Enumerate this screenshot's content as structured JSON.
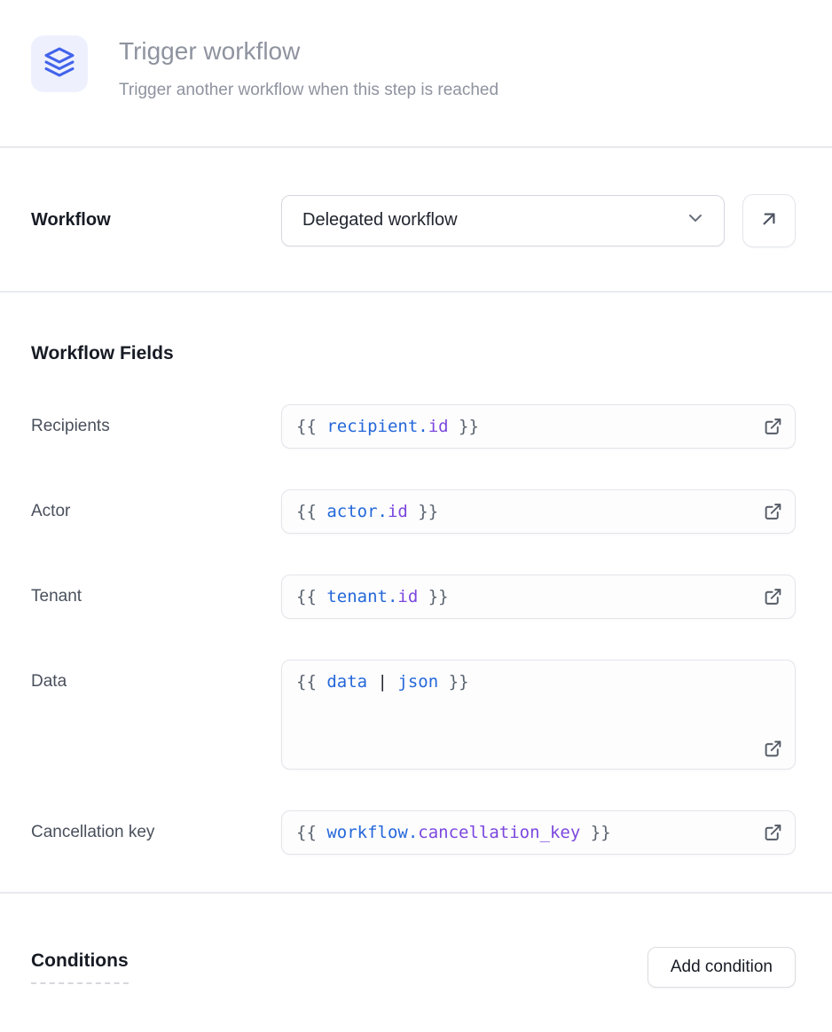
{
  "header": {
    "icon": "layers-icon",
    "title": "Trigger workflow",
    "subtitle": "Trigger another workflow when this step is reached"
  },
  "workflow_selector": {
    "label": "Workflow",
    "selected_value": "Delegated workflow",
    "dropdown_icon": "chevron-down-icon",
    "open_button_icon": "arrow-up-right-icon"
  },
  "workflow_fields": {
    "heading": "Workflow Fields",
    "editor_icon": "external-link-icon",
    "fields": [
      {
        "label": "Recipients",
        "multiline": false,
        "value": "{{ recipient.id }}",
        "tokens": [
          {
            "text": "{{ ",
            "type": "brace"
          },
          {
            "text": "recipient.",
            "type": "object"
          },
          {
            "text": "id",
            "type": "property"
          },
          {
            "text": " }}",
            "type": "brace"
          }
        ]
      },
      {
        "label": "Actor",
        "multiline": false,
        "value": "{{ actor.id }}",
        "tokens": [
          {
            "text": "{{ ",
            "type": "brace"
          },
          {
            "text": "actor.",
            "type": "object"
          },
          {
            "text": "id",
            "type": "property"
          },
          {
            "text": " }}",
            "type": "brace"
          }
        ]
      },
      {
        "label": "Tenant",
        "multiline": false,
        "value": "{{ tenant.id }}",
        "tokens": [
          {
            "text": "{{ ",
            "type": "brace"
          },
          {
            "text": "tenant.",
            "type": "object"
          },
          {
            "text": "id",
            "type": "property"
          },
          {
            "text": " }}",
            "type": "brace"
          }
        ]
      },
      {
        "label": "Data",
        "multiline": true,
        "value": "{{ data | json }}",
        "tokens": [
          {
            "text": "{{ ",
            "type": "brace"
          },
          {
            "text": "data",
            "type": "object"
          },
          {
            "text": " | ",
            "type": "pipe"
          },
          {
            "text": "json",
            "type": "object"
          },
          {
            "text": " }}",
            "type": "brace"
          }
        ]
      },
      {
        "label": "Cancellation key",
        "multiline": false,
        "value": "{{ workflow.cancellation_key }}",
        "tokens": [
          {
            "text": "{{ ",
            "type": "brace"
          },
          {
            "text": "workflow.",
            "type": "object"
          },
          {
            "text": "cancellation_key",
            "type": "property"
          },
          {
            "text": " }}",
            "type": "brace"
          }
        ]
      }
    ]
  },
  "conditions": {
    "heading": "Conditions",
    "add_button_label": "Add condition"
  },
  "colors": {
    "icon_bg": "#eef1fd",
    "icon_blue": "#4263eb",
    "token_brace": "#59636e",
    "token_object": "#2467d9",
    "token_property": "#7b47dd",
    "token_pipe": "#24292f"
  }
}
